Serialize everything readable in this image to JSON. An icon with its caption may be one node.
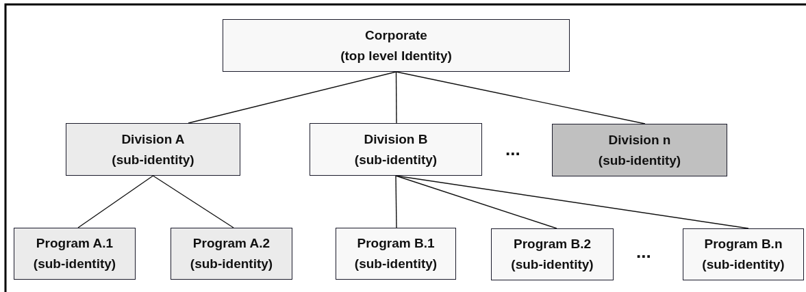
{
  "diagram": {
    "nodes": [
      {
        "text": [
          "Corporate",
          "(top level Identity)"
        ]
      },
      {
        "text": [
          "Division A",
          "(sub-identity)"
        ]
      },
      {
        "text": [
          "Division B",
          "(sub-identity)"
        ]
      },
      {
        "text": [
          "Division n",
          "(sub-identity)"
        ]
      },
      {
        "text": [
          "Program A.1",
          "(sub-identity)"
        ]
      },
      {
        "text": [
          "Program A.2",
          "(sub-identity)"
        ]
      },
      {
        "text": [
          "Program B.1",
          "(sub-identity)"
        ]
      },
      {
        "text": [
          "Program B.2",
          "(sub-identity)"
        ]
      },
      {
        "text": [
          "Program B.n",
          "(sub-identity)"
        ]
      }
    ],
    "edges": [
      {
        "from": 0,
        "to": 1,
        "arrow": "none"
      },
      {
        "from": 0,
        "to": 2,
        "arrow": "none"
      },
      {
        "from": 0,
        "to": 3,
        "arrow": "none"
      },
      {
        "from": 1,
        "to": 4,
        "arrow": "none"
      },
      {
        "from": 1,
        "to": 5,
        "arrow": "none"
      },
      {
        "from": 2,
        "to": 6,
        "arrow": "none"
      },
      {
        "from": 2,
        "to": 7,
        "arrow": "none"
      },
      {
        "from": 2,
        "to": 8,
        "arrow": "none"
      }
    ],
    "labels": [
      "...",
      "..."
    ]
  }
}
